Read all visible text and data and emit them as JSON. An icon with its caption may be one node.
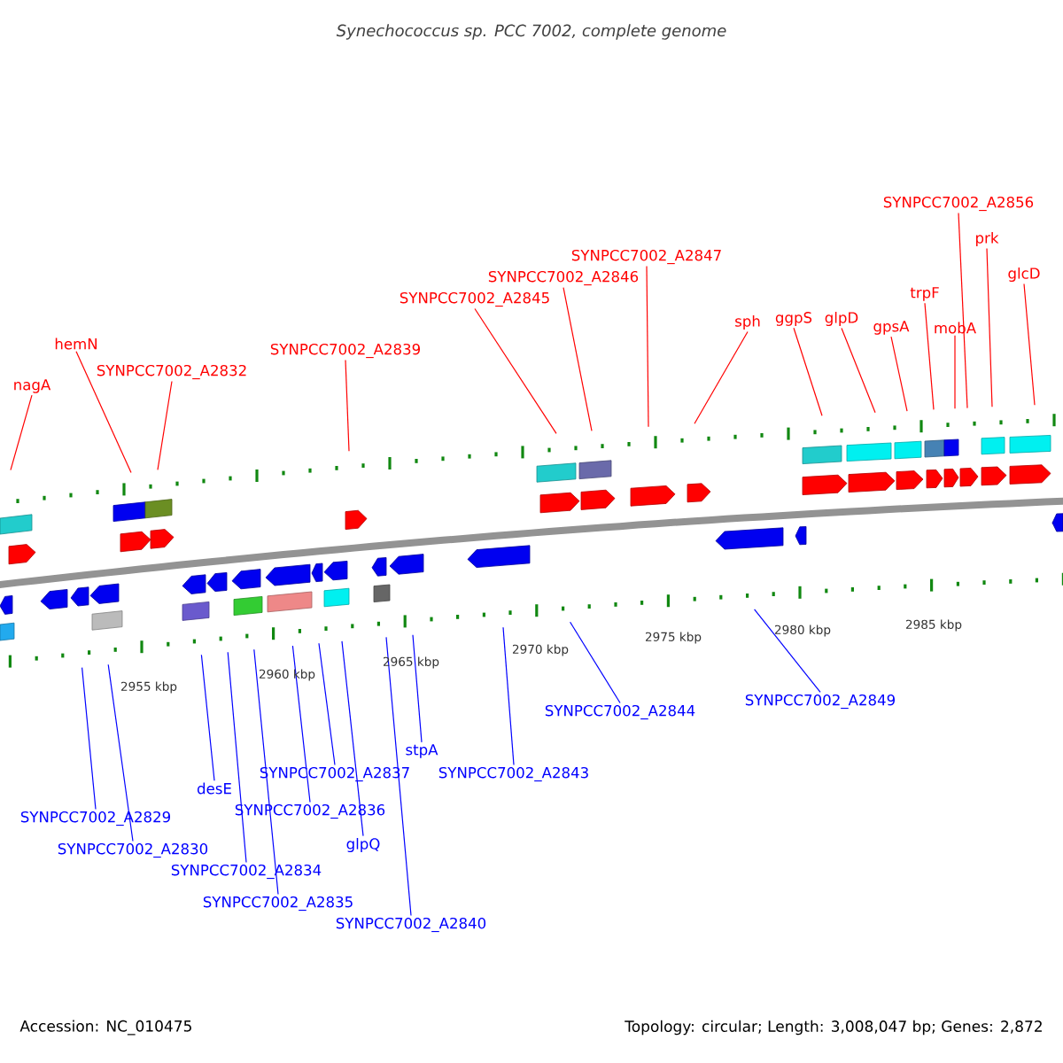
{
  "diagram": {
    "title": "Synechococcus sp. PCC 7002, complete genome",
    "nodes": [
      {
        "text": [
          "nagA"
        ]
      },
      {
        "text": [
          "hemN"
        ]
      },
      {
        "text": [
          "SYNPCC7002_A2832"
        ]
      },
      {
        "text": [
          "SYNPCC7002_A2839"
        ]
      },
      {
        "text": [
          "SYNPCC7002_A2845"
        ]
      },
      {
        "text": [
          "SYNPCC7002_A2846"
        ]
      },
      {
        "text": [
          "SYNPCC7002_A2847"
        ]
      },
      {
        "text": [
          "sph"
        ]
      },
      {
        "text": [
          "ggpS"
        ]
      },
      {
        "text": [
          "glpD"
        ]
      },
      {
        "text": [
          "gpsA"
        ]
      },
      {
        "text": [
          "trpF"
        ]
      },
      {
        "text": [
          "mobA"
        ]
      },
      {
        "text": [
          "SYNPCC7002_A2856"
        ]
      },
      {
        "text": [
          "prk"
        ]
      },
      {
        "text": [
          "glcD"
        ]
      },
      {
        "text": [
          "SYNPCC7002_A2829"
        ]
      },
      {
        "text": [
          "SYNPCC7002_A2830"
        ]
      },
      {
        "text": [
          "desE"
        ]
      },
      {
        "text": [
          "SYNPCC7002_A2834"
        ]
      },
      {
        "text": [
          "SYNPCC7002_A2835"
        ]
      },
      {
        "text": [
          "SYNPCC7002_A2836"
        ]
      },
      {
        "text": [
          "SYNPCC7002_A2837"
        ]
      },
      {
        "text": [
          "glpQ"
        ]
      },
      {
        "text": [
          "SYNPCC7002_A2840"
        ]
      },
      {
        "text": [
          "stpA"
        ]
      },
      {
        "text": [
          "SYNPCC7002_A2843"
        ]
      },
      {
        "text": [
          "SYNPCC7002_A2844"
        ]
      },
      {
        "text": [
          "SYNPCC7002_A2849"
        ]
      }
    ],
    "edges": [
      {
        "from": 0,
        "to": null,
        "arrow": "none"
      },
      {
        "from": 1,
        "to": null,
        "arrow": "none"
      },
      {
        "from": 2,
        "to": null,
        "arrow": "none"
      },
      {
        "from": 3,
        "to": null,
        "arrow": "none"
      },
      {
        "from": 4,
        "to": null,
        "arrow": "none"
      },
      {
        "from": 5,
        "to": null,
        "arrow": "none"
      },
      {
        "from": 6,
        "to": null,
        "arrow": "none"
      },
      {
        "from": 7,
        "to": null,
        "arrow": "none"
      },
      {
        "from": 8,
        "to": null,
        "arrow": "none"
      },
      {
        "from": 9,
        "to": null,
        "arrow": "none"
      },
      {
        "from": 10,
        "to": null,
        "arrow": "none"
      },
      {
        "from": 11,
        "to": null,
        "arrow": "none"
      },
      {
        "from": 12,
        "to": null,
        "arrow": "none"
      },
      {
        "from": 13,
        "to": null,
        "arrow": "none"
      },
      {
        "from": 14,
        "to": null,
        "arrow": "none"
      },
      {
        "from": 15,
        "to": null,
        "arrow": "none"
      },
      {
        "from": 16,
        "to": null,
        "arrow": "none",
        "color": "#0000ff"
      },
      {
        "from": 17,
        "to": null,
        "arrow": "none",
        "color": "#0000ff"
      },
      {
        "from": 18,
        "to": null,
        "arrow": "none",
        "color": "#0000ff"
      },
      {
        "from": 19,
        "to": null,
        "arrow": "none",
        "color": "#0000ff"
      },
      {
        "from": 20,
        "to": null,
        "arrow": "none",
        "color": "#0000ff"
      },
      {
        "from": 21,
        "to": null,
        "arrow": "none",
        "color": "#0000ff"
      },
      {
        "from": 22,
        "to": null,
        "arrow": "none",
        "color": "#0000ff"
      },
      {
        "from": 23,
        "to": null,
        "arrow": "none",
        "color": "#0000ff"
      },
      {
        "from": 24,
        "to": null,
        "arrow": "none",
        "color": "#0000ff"
      },
      {
        "from": 25,
        "to": null,
        "arrow": "none",
        "color": "#0000ff"
      },
      {
        "from": 26,
        "to": null,
        "arrow": "none",
        "color": "#0000ff"
      },
      {
        "from": 27,
        "to": null,
        "arrow": "none",
        "color": "#0000ff"
      },
      {
        "from": 28,
        "to": null,
        "arrow": "none",
        "color": "#0000ff"
      }
    ],
    "labels": [
      "2955 kbp",
      "2960 kbp",
      "2965 kbp",
      "2970 kbp",
      "2975 kbp",
      "2980 kbp",
      "2985 kbp",
      "Accession: NC_010475",
      "Topology: circular; Length: 3,008,047 bp; Genes: 2,872"
    ]
  }
}
